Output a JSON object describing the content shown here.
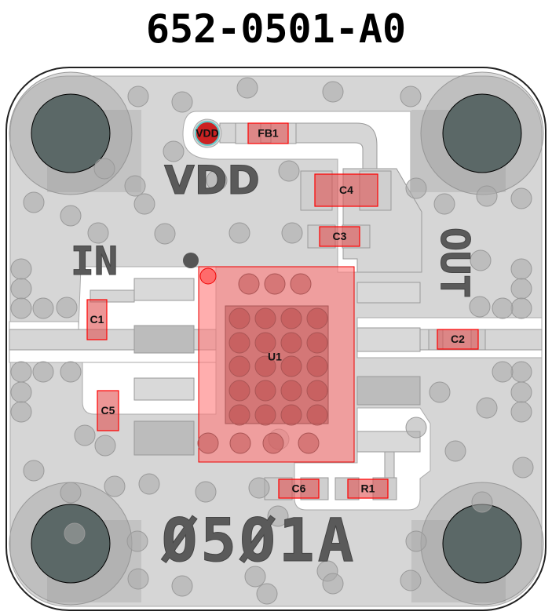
{
  "title": "652-0501-A0",
  "silkscreen": {
    "vdd": "VDD",
    "in": "IN",
    "out": "OUT",
    "board_id": "Ø5Ø1A"
  },
  "components": {
    "vdd_pad": "VDD",
    "fb1": "FB1",
    "c1": "C1",
    "c2": "C2",
    "c3": "C3",
    "c4": "C4",
    "c5": "C5",
    "c6": "C6",
    "r1": "R1",
    "u1": "U1"
  },
  "colors": {
    "copper": "#d6d6d6",
    "component": "#e05a5a",
    "mount_hole": "#5b6867"
  }
}
